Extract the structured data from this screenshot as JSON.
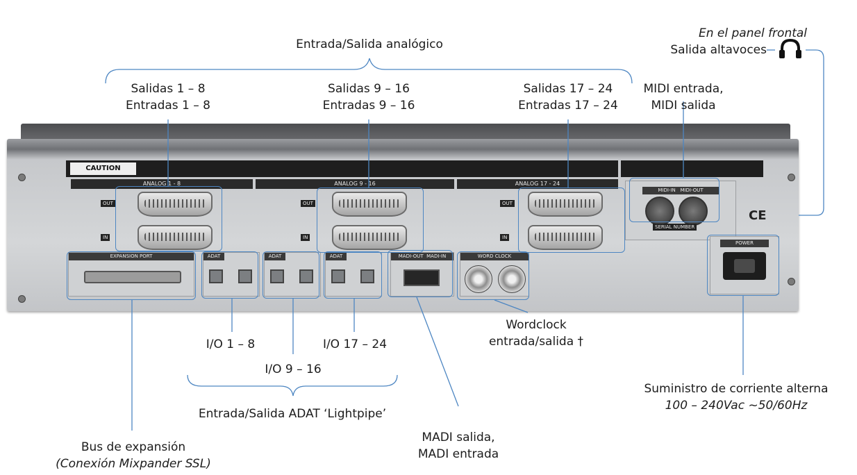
{
  "labels": {
    "front_panel_note": "En el panel frontal",
    "speaker_out": "Salida altavoces",
    "analog_group": "Entrada/Salida analógico",
    "analog_1_8": {
      "line1": "Salidas 1 – 8",
      "line2": "Entradas 1 – 8"
    },
    "analog_9_16": {
      "line1": "Salidas 9 – 16",
      "line2": "Entradas 9 – 16"
    },
    "analog_17_24": {
      "line1": "Salidas 17 – 24",
      "line2": "Entradas 17 – 24"
    },
    "midi": {
      "line1": "MIDI entrada,",
      "line2": "MIDI salida"
    },
    "io_1_8": "I/O 1 – 8",
    "io_9_16": "I/O 9 – 16",
    "io_17_24": "I/O 17 – 24",
    "wordclock": {
      "line1": "Wordclock",
      "line2": "entrada/salida †"
    },
    "adat_group": "Entrada/Salida ADAT ‘Lightpipe’",
    "madi": {
      "line1": "MADI salida,",
      "line2": "MADI entrada"
    },
    "power": {
      "line1": "Suministro de corriente alterna",
      "line2": "100 – 240Vac ~50/60Hz"
    },
    "expansion": {
      "line1": "Bus de expansión",
      "line2": "(Conexión Mixpander SSL)"
    }
  },
  "device_markings": {
    "caution": "CAUTION",
    "analog_1_8": "ANALOG 1 - 8",
    "analog_9_16": "ANALOG 9 - 16",
    "analog_17_24": "ANALOG 17 - 24",
    "out": "OUT",
    "in": "IN",
    "midi_in": "MIDI-IN",
    "midi_out": "MIDI-OUT",
    "serial_number": "SERIAL NUMBER",
    "expansion_port": "EXPANSION PORT",
    "adat": "ADAT",
    "madi_out": "MADI-OUT",
    "madi_in": "MADI-IN",
    "word_clock": "WORD CLOCK",
    "power": "POWER",
    "ce": "CE"
  },
  "colors": {
    "callout": "#4d86c2",
    "bracket": "#4d86c2",
    "text": "#1c1c1c"
  }
}
